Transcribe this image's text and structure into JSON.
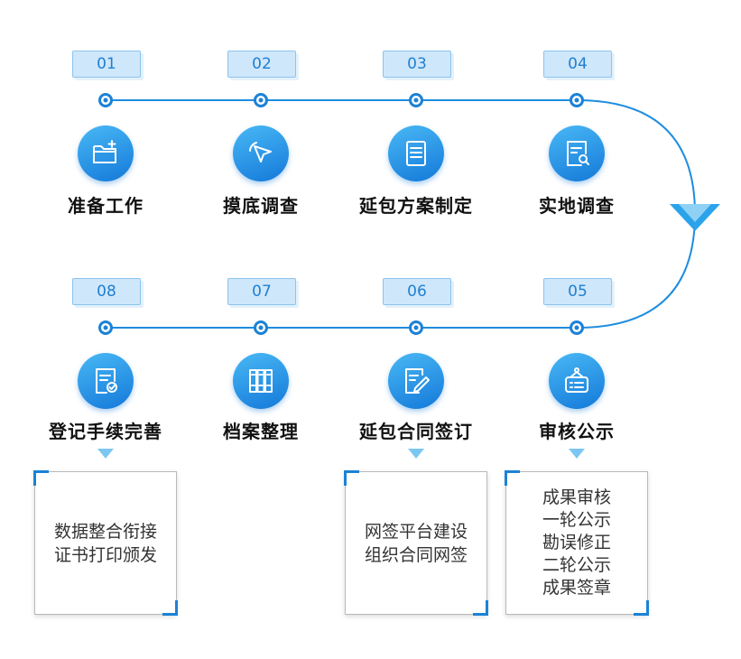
{
  "colors": {
    "accent": "#1b82d6",
    "line": "#1e8de0",
    "badge_bg": "#cfe7fb",
    "arrow": "#7cc7f2"
  },
  "steps": [
    {
      "num": "01",
      "label": "准备工作",
      "icon": "folder-add-icon"
    },
    {
      "num": "02",
      "label": "摸底调查",
      "icon": "cursor-pointer-icon"
    },
    {
      "num": "03",
      "label": "延包方案制定",
      "icon": "document-icon"
    },
    {
      "num": "04",
      "label": "实地调查",
      "icon": "document-search-icon"
    },
    {
      "num": "05",
      "label": "审核公示",
      "icon": "notice-board-icon"
    },
    {
      "num": "06",
      "label": "延包合同签订",
      "icon": "document-edit-icon"
    },
    {
      "num": "07",
      "label": "档案整理",
      "icon": "archive-binders-icon"
    },
    {
      "num": "08",
      "label": "登记手续完善",
      "icon": "document-check-icon"
    }
  ],
  "details": {
    "step08": [
      "数据整合衔接",
      "证书打印颁发"
    ],
    "step06": [
      "网签平台建设",
      "组织合同网签"
    ],
    "step05": [
      "成果审核",
      "一轮公示",
      "勘误修正",
      "二轮公示",
      "成果签章"
    ]
  }
}
